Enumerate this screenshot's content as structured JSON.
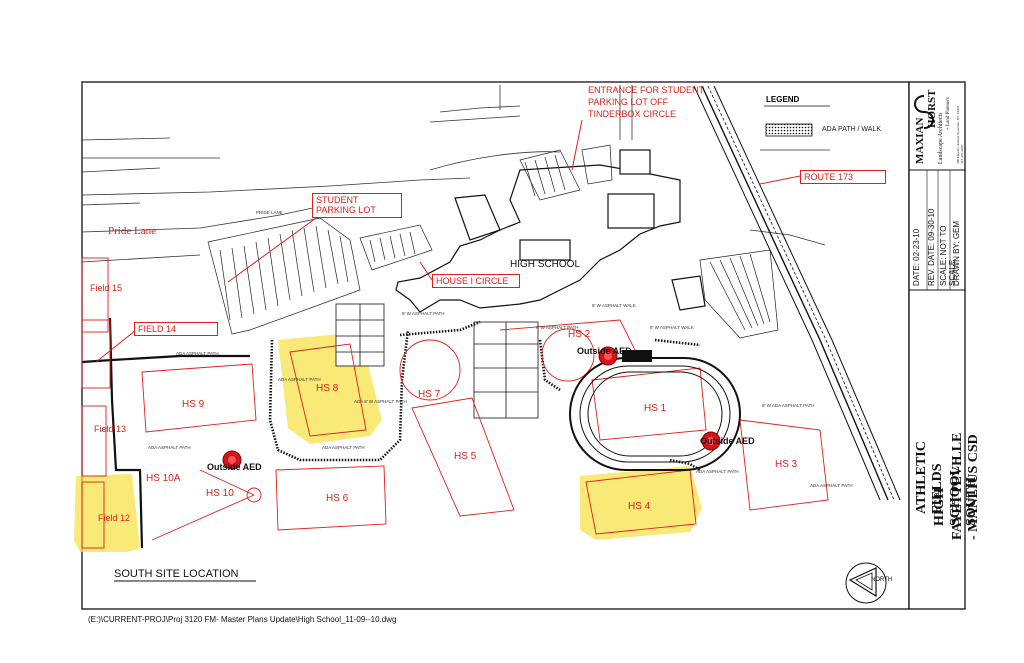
{
  "legend": {
    "title": "LEGEND",
    "ada_path_walk": "ADA PATH / WALK"
  },
  "callouts": {
    "entrance_line1": "ENTRANCE FOR STUDENT",
    "entrance_line2": "PARKING LOT OFF",
    "entrance_line3": "TINDERBOX CIRCLE",
    "student_parking_line1": "STUDENT",
    "student_parking_line2": "PARKING LOT",
    "house_i_circle": "HOUSE I CIRCLE",
    "route_173": "ROUTE 173",
    "field_14": "FIELD 14"
  },
  "labels": {
    "pride_lane": "Pride Lane",
    "high_school": "HIGH SCHOOL",
    "south_site_location": "SOUTH SITE LOCATION",
    "file_path": "(E:)\\CURRENT-PROJ\\Proj 3120 FM- Master Plans Update\\High School_11-09--10.dwg",
    "north": "NORTH"
  },
  "fields": {
    "field15": "Field 15",
    "field13": "Field 13",
    "field12": "Field 12",
    "hs1": "HS 1",
    "hs2": "HS 2",
    "hs3": "HS 3",
    "hs4": "HS 4",
    "hs5": "HS 5",
    "hs6": "HS 6",
    "hs7": "HS 7",
    "hs8": "HS 8",
    "hs9": "HS 9",
    "hs10": "HS 10",
    "hs10a": "HS 10A"
  },
  "aed": {
    "aed1": "Outside AED",
    "aed2": "Outside AED",
    "aed3": "Outside AED"
  },
  "paths": {
    "ada_asphalt_path": "ADA ASPHALT PATH",
    "ada_asphalt_path_b": "ADA ASPHALT PATH",
    "ada_asphalt_path_c": "ADA ASPHALT PATH",
    "ada_asphalt_path_d": "ADA ASPHALT PATH",
    "ada_asphalt_path_e": "ADA ASPHALT PATH",
    "ada_8w_asphalt_path": "ADA 8' W ASPHALT PATH",
    "asphalt_path": "8' W ASPHALT PATH",
    "asphalt_walk": "8' W ASPHALT WALK",
    "asphalt_path_b": "6' W ASPHALT PATH",
    "asphalt_path_c": "8' W ADA ASPHALT PATH",
    "ada_asphalt_path_f": "ADA ASPHALT PATH",
    "ada_asphalt_path_g": "ADA ASPHALT PATH",
    "pride_lane_small": "PRIDE LANE"
  },
  "title_block": {
    "firm_name_1": "MAXIAN",
    "firm_name_2": "HORST",
    "firm_sub": "Landscape Architects",
    "firm_sub2": "+ Land Planners",
    "firm_addr": "300 Hawley Avenue Syracuse, NY 13203 315 472 2067",
    "date": "DATE:  02-23-10",
    "rev_date": "REV. DATE:  09-30-10",
    "scale": "SCALE: NOT TO SCALE",
    "drawn_by": "DRAWN BY: GEM",
    "title_1": "ATHLETIC FIELDS",
    "title_2": "HIGH SCHOOL - SOUTH",
    "title_3": "FAYETTEVILLE - MANLIUS CSD"
  },
  "colors": {
    "annotation_red": "#e0201a",
    "highlight_yellow": "#f7e24a",
    "aed_marker": "#d4141a"
  }
}
